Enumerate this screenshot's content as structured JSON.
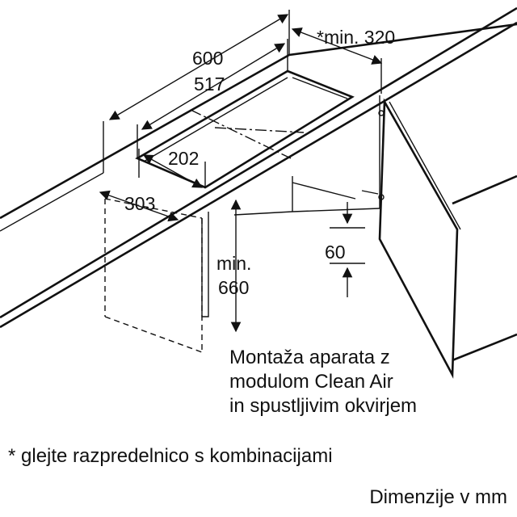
{
  "dimensions": {
    "width": "600",
    "cutout_length": "517",
    "cutout_width": "202",
    "depth": "303",
    "clearance": "*min. 320",
    "height_min_line1": "min.",
    "height_min_line2": "660",
    "offset": "60"
  },
  "caption": {
    "line1": "Montaža aparata z",
    "line2": "modulom Clean Air",
    "line3": "in spustljivim okvirjem"
  },
  "footnote": "* glejte razpredelnico s kombinacijami",
  "units_note": "Dimenzije v mm"
}
